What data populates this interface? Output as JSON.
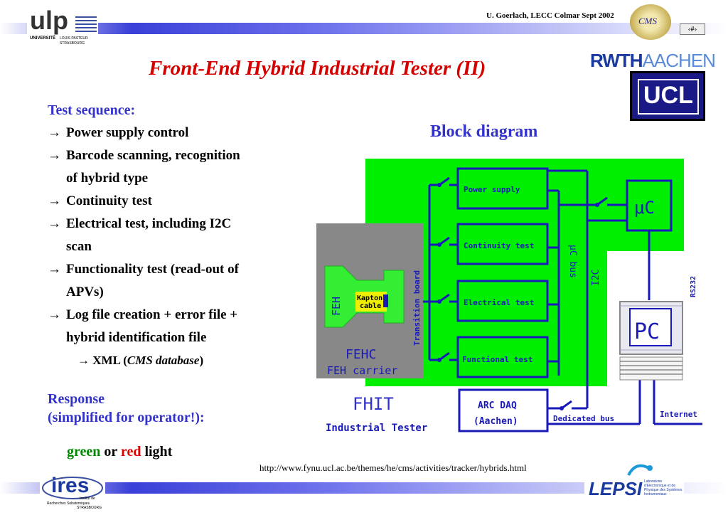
{
  "header": {
    "author_line": "U. Goerlach, LECC Colmar Sept  2002",
    "page_number": "‹#›"
  },
  "logos": {
    "ulp": {
      "letters": "ulp",
      "univ": "UNIVERSITÉ",
      "name1": "LOUIS PASTEUR",
      "name2": "STRASBOURG"
    },
    "cms": "CMS",
    "rwth": {
      "part1": "RWTH",
      "part2": "AACHEN"
    },
    "ucl": "UCL",
    "ires": {
      "letters": "ires",
      "sub1": "Institut de",
      "sub2": "Recherches Subatomiques",
      "sub3": "STRASBOURG"
    },
    "lepsi": {
      "letters": "LEPSI",
      "sub": "Laboratoire d'Electronique et de Physique des Systèmes Instrumentaux"
    }
  },
  "title": "Front-End Hybrid Industrial Tester (II)",
  "test_sequence": {
    "heading": "Test sequence:",
    "arrow": "→",
    "items": [
      {
        "line1": "Power supply control",
        "line2": ""
      },
      {
        "line1": "Barcode scanning, recognition",
        "line2": "of hybrid type"
      },
      {
        "line1": "Continuity test",
        "line2": ""
      },
      {
        "line1": "Electrical test, including I2C",
        "line2": "scan"
      },
      {
        "line1": "Functionality test (read-out of",
        "line2": "APVs)"
      },
      {
        "line1": "Log file creation + error file +",
        "line2": "hybrid identification file"
      }
    ],
    "sub_item": {
      "prefix": "XML (",
      "italic": "CMS database",
      "suffix": ")"
    }
  },
  "response": {
    "heading1": "Response",
    "heading2": "(simplified for operator!):",
    "green": "green",
    "or": " or ",
    "red": "red",
    "light": " light"
  },
  "block_diagram": {
    "heading": "Block diagram",
    "boxes": {
      "power_supply": "Power supply",
      "continuity_test": "Continuity test",
      "electrical_test": "Electrical test",
      "functional_test": "Functional test",
      "uc": "μC",
      "arc_daq_1": "ARC DAQ",
      "arc_daq_2": "(Aachen)",
      "pc": "PC"
    },
    "labels": {
      "uc_bus": "μC bus",
      "i2c": "I2C",
      "rs232": "RS232",
      "transition_board": "Transition board",
      "feh": "FEH",
      "kapton_1": "Kapton",
      "kapton_2": "cable",
      "fehc": "FEHC",
      "feh_carrier": "FEH carrier",
      "fhit": "FHIT",
      "industrial_tester": "Industrial Tester",
      "dedicated_bus": "Dedicated bus",
      "internet": "Internet"
    }
  },
  "url": "http://www.fynu.ucl.ac.be/themes/he/cms/activities/tracker/hybrids.html",
  "colors": {
    "title": "#d40000",
    "heading": "#3333cc",
    "board_green": "#00ee00",
    "diagram_blue": "#1a1ab8",
    "green_word": "#008800",
    "red_word": "#dd0000"
  }
}
